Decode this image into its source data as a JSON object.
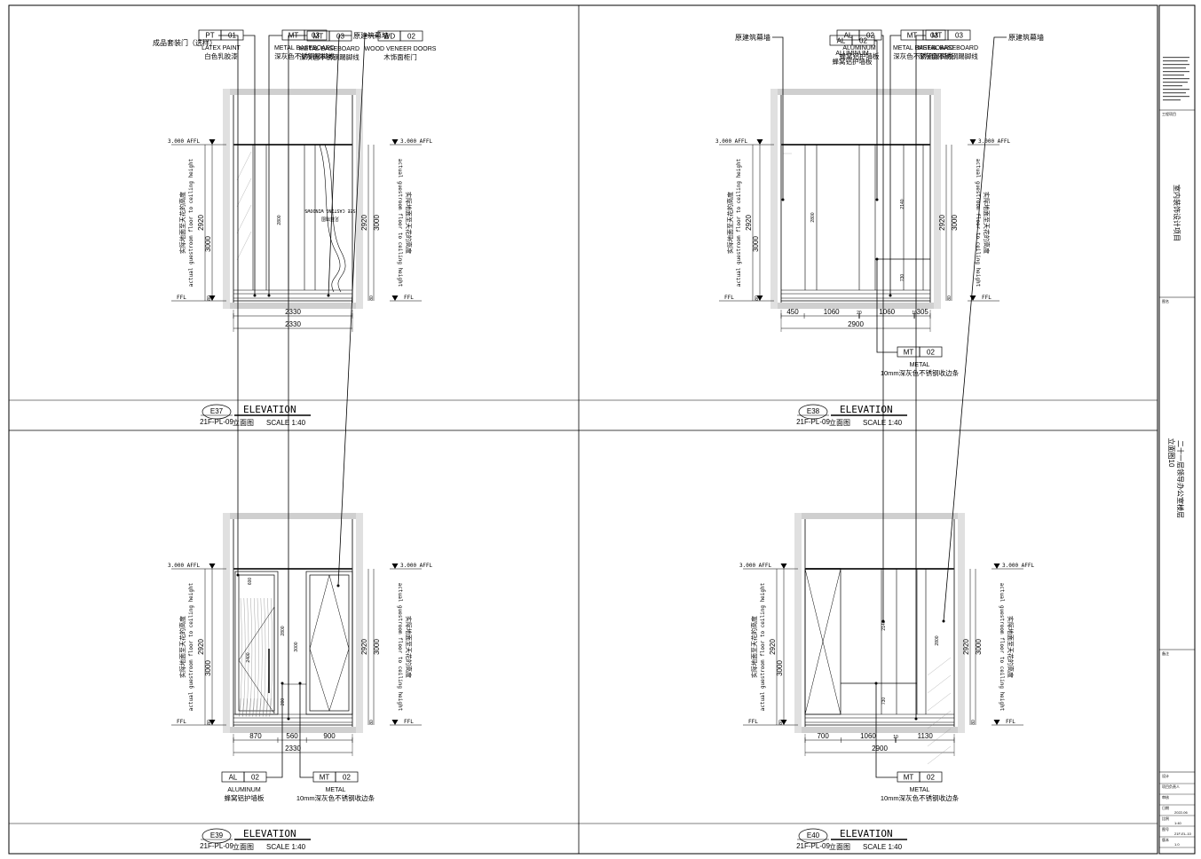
{
  "sheet": {
    "project_title": "室内装饰设计项目",
    "drawing_title_1": "二十一层领导办公室楼层",
    "drawing_title_2": "立面图10",
    "block_labels": [
      "工程项目",
      "图名",
      "备注"
    ],
    "rows": [
      {
        "label": "设计",
        "value": ""
      },
      {
        "label": "项目负责人",
        "value": ""
      },
      {
        "label": "审核",
        "value": ""
      },
      {
        "label": "日期",
        "value": "2022-06"
      },
      {
        "label": "比例",
        "value": "1:40"
      },
      {
        "label": "图号",
        "value": "21F-EL-10"
      },
      {
        "label": "版本",
        "value": "1.0"
      }
    ]
  },
  "panels": [
    {
      "id": "e37",
      "tag": "E37",
      "ref": "21F-PL-09",
      "title": "ELEVATION",
      "subtitle": "立面图",
      "scale": "SCALE 1:40",
      "level_top": "3.000 AFFL",
      "level_bottom": "FFL",
      "side_text_cn": "实际地面至天花的高度",
      "side_text_en": "actual guestroom floor to ceiling height",
      "dims_vertical": [
        "2920",
        "3000",
        "80",
        "80"
      ],
      "inner_dims": [
        "2800"
      ],
      "dims_bottom_1": [
        "2330"
      ],
      "dims_bottom_2": [
        "2330"
      ],
      "curtain_note": "SEE CASTING WINDOWS",
      "curtain_note_cn": "见幕墙图",
      "callouts": [
        {
          "code": "PT",
          "num": "01",
          "en": "LATEX PAINT",
          "cn": "白色乳胶漆"
        },
        {
          "code": "MT",
          "num": "03",
          "en": "METAL BASEBOARD",
          "cn": "深灰色不锈钢踢脚线"
        },
        {
          "code": "",
          "num": "",
          "en": "",
          "cn": "原建筑幕墙"
        }
      ]
    },
    {
      "id": "e38",
      "tag": "E38",
      "ref": "21F-PL-09",
      "title": "ELEVATION",
      "subtitle": "立面图",
      "scale": "SCALE 1:40",
      "level_top": "3.000 AFFL",
      "level_bottom": "FFL",
      "side_text_cn": "实际地面至天花的高度",
      "side_text_en": "actual guestroom floor to ceiling height",
      "dims_vertical": [
        "2920",
        "3000",
        "80",
        "80"
      ],
      "inner_dims": [
        "2800",
        "2140",
        "730"
      ],
      "dims_bottom_1": [
        "450",
        "1060",
        "20",
        "1060",
        "10",
        "305"
      ],
      "dims_bottom_2": [
        "2900"
      ],
      "callouts": [
        {
          "code": "",
          "num": "",
          "en": "",
          "cn": "原建筑幕墙"
        },
        {
          "code": "AL",
          "num": "02",
          "en": "ALUMINUM",
          "cn": "蜂窝铝护墙板"
        },
        {
          "code": "MT",
          "num": "03",
          "en": "METAL BASEBOARD",
          "cn": "深灰色不锈钢踢脚线"
        },
        {
          "code": "MT",
          "num": "02",
          "en": "METAL",
          "cn": "10mm深灰色不锈钢收边条"
        }
      ]
    },
    {
      "id": "e39",
      "tag": "E39",
      "ref": "21F-PL-09",
      "title": "ELEVATION",
      "subtitle": "立面图",
      "scale": "SCALE 1:40",
      "level_top": "3.000 AFFL",
      "level_bottom": "FFL",
      "side_text_cn": "实际地面至天花的高度",
      "side_text_en": "actual guestroom floor to ceiling height",
      "dims_vertical": [
        "2920",
        "3000",
        "80",
        "80"
      ],
      "inner_dims": [
        "600",
        "2400",
        "2800",
        "3000",
        "200"
      ],
      "dims_bottom_1": [
        "870",
        "560",
        "900"
      ],
      "dims_bottom_2": [
        "2330"
      ],
      "callouts": [
        {
          "code": "",
          "num": "",
          "en": "",
          "cn": "成品套装门（选样）"
        },
        {
          "code": "MT",
          "num": "03",
          "en": "METAL BASEBOARD",
          "cn": "深灰色不锈钢踢脚线"
        },
        {
          "code": "WD",
          "num": "02",
          "en": "WOOD VENEER DOORS",
          "cn": "木饰面柜门"
        },
        {
          "code": "AL",
          "num": "02",
          "en": "ALUMINUM",
          "cn": "蜂窝铝护墙板"
        },
        {
          "code": "MT",
          "num": "02",
          "en": "METAL",
          "cn": "10mm深灰色不锈钢收边条"
        }
      ]
    },
    {
      "id": "e40",
      "tag": "E40",
      "ref": "21F-PL-09",
      "title": "ELEVATION",
      "subtitle": "立面图",
      "scale": "SCALE 1:40",
      "level_top": "3.000 AFFL",
      "level_bottom": "FFL",
      "side_text_cn": "实际地面至天花的高度",
      "side_text_en": "actual guestroom floor to ceiling height",
      "dims_vertical": [
        "2920",
        "3000",
        "80",
        "80"
      ],
      "inner_dims": [
        "2140",
        "730",
        "2800"
      ],
      "dims_bottom_1": [
        "700",
        "1060",
        "10",
        "1130"
      ],
      "dims_bottom_2": [
        "2900"
      ],
      "callouts": [
        {
          "code": "AL",
          "num": "02",
          "en": "ALUMINUM",
          "cn": "蜂窝铝护墙板"
        },
        {
          "code": "MT",
          "num": "03",
          "en": "METAL BASEBOARD",
          "cn": "深灰色不锈钢踢脚线"
        },
        {
          "code": "",
          "num": "",
          "en": "",
          "cn": "原建筑幕墙"
        },
        {
          "code": "MT",
          "num": "02",
          "en": "METAL",
          "cn": "10mm深灰色不锈钢收边条"
        }
      ]
    }
  ]
}
